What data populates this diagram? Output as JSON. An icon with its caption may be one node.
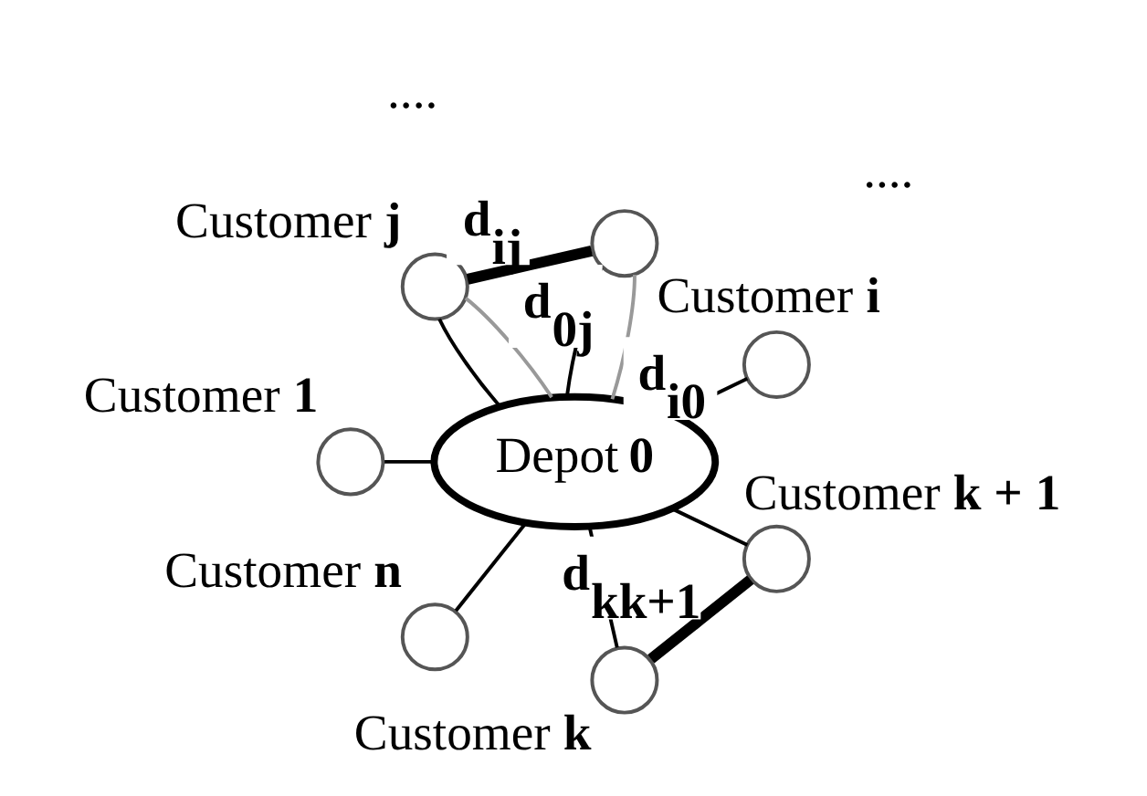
{
  "diagram": {
    "nodes": [
      {
        "text": [
          "Depot **0**"
        ]
      },
      {
        "text": [],
        "shape": "circle"
      },
      {
        "text": [],
        "shape": "circle",
        "beside": [
          "Customer **i**"
        ]
      },
      {
        "text": [],
        "shape": "circle",
        "beside": [
          "Customer **j**"
        ]
      },
      {
        "text": [],
        "shape": "circle",
        "beside": [
          "Customer **1**"
        ]
      },
      {
        "text": [],
        "shape": "circle",
        "beside": [
          "Customer **n**"
        ]
      },
      {
        "text": [],
        "shape": "circle",
        "beside": [
          "Customer **k**"
        ]
      },
      {
        "text": [],
        "shape": "circle",
        "beside": [
          "Customer **k + 1**"
        ]
      }
    ],
    "edges": [
      {
        "from": 0,
        "to": 1,
        "arrow": "none"
      },
      {
        "from": 0,
        "to": 2,
        "arrow": "none"
      },
      {
        "from": 0,
        "to": 3,
        "arrow": "none"
      },
      {
        "from": 0,
        "to": 4,
        "arrow": "none"
      },
      {
        "from": 0,
        "to": 5,
        "arrow": "none"
      },
      {
        "from": 0,
        "to": 6,
        "arrow": "none"
      },
      {
        "from": 0,
        "to": 7,
        "arrow": "none"
      },
      {
        "from": 2,
        "to": 0,
        "arrow": "none",
        "label": "**d**$_{i0}$",
        "color": "#999999"
      },
      {
        "from": 0,
        "to": 3,
        "arrow": "none",
        "label": "**d**$_{0j}$",
        "color": "#999999"
      },
      {
        "from": 2,
        "to": 3,
        "arrow": "none",
        "label": "**d**$_{ij}$",
        "style": "thick"
      },
      {
        "from": 6,
        "to": 7,
        "arrow": "none",
        "label": "**d**$_{kk+1}$",
        "style": "thick"
      }
    ],
    "labels": [
      "....",
      "...."
    ]
  }
}
